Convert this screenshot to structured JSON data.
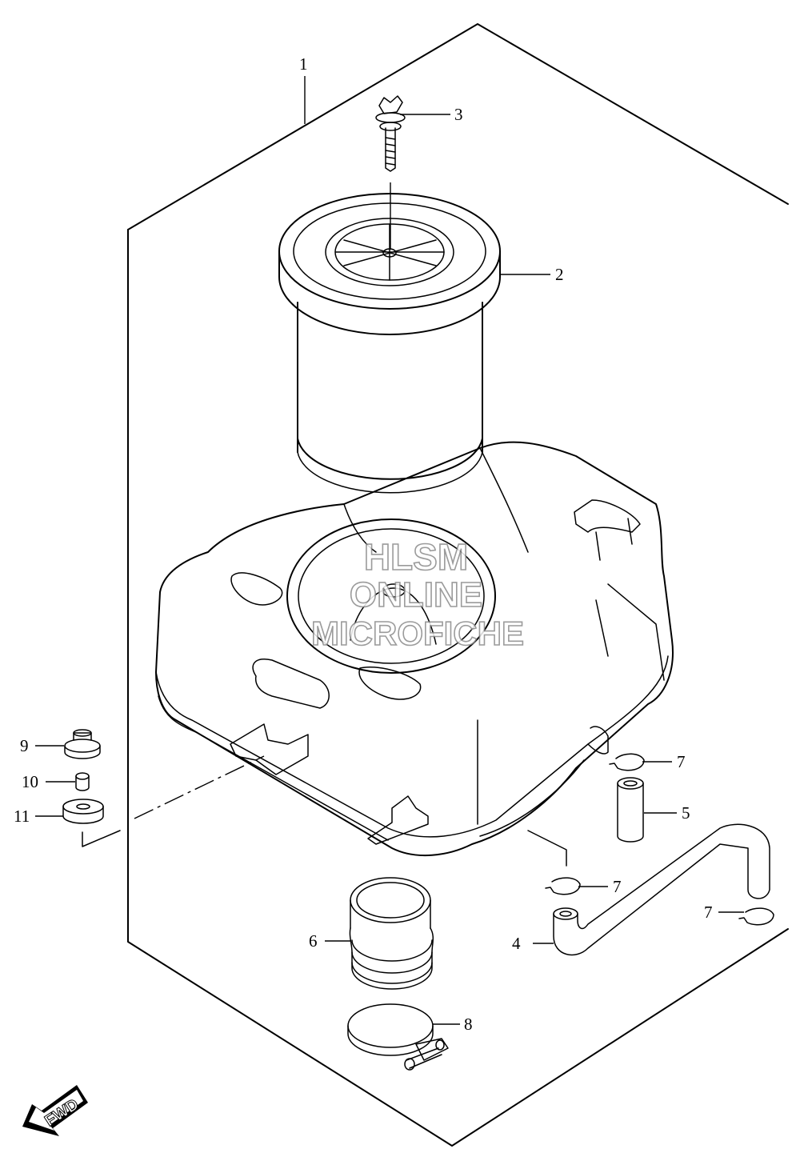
{
  "callouts": [
    {
      "id": "1",
      "label": "1"
    },
    {
      "id": "2",
      "label": "2"
    },
    {
      "id": "3",
      "label": "3"
    },
    {
      "id": "4",
      "label": "4"
    },
    {
      "id": "5",
      "label": "5"
    },
    {
      "id": "6",
      "label": "6"
    },
    {
      "id": "7a",
      "label": "7"
    },
    {
      "id": "7b",
      "label": "7"
    },
    {
      "id": "7c",
      "label": "7"
    },
    {
      "id": "8",
      "label": "8"
    },
    {
      "id": "9",
      "label": "9"
    },
    {
      "id": "10",
      "label": "10"
    },
    {
      "id": "11",
      "label": "11"
    }
  ],
  "watermark": {
    "line1": "HLSM",
    "line2": "ONLINE",
    "line3": "MICROFICHE"
  },
  "direction_badge": {
    "label": "FWD"
  }
}
